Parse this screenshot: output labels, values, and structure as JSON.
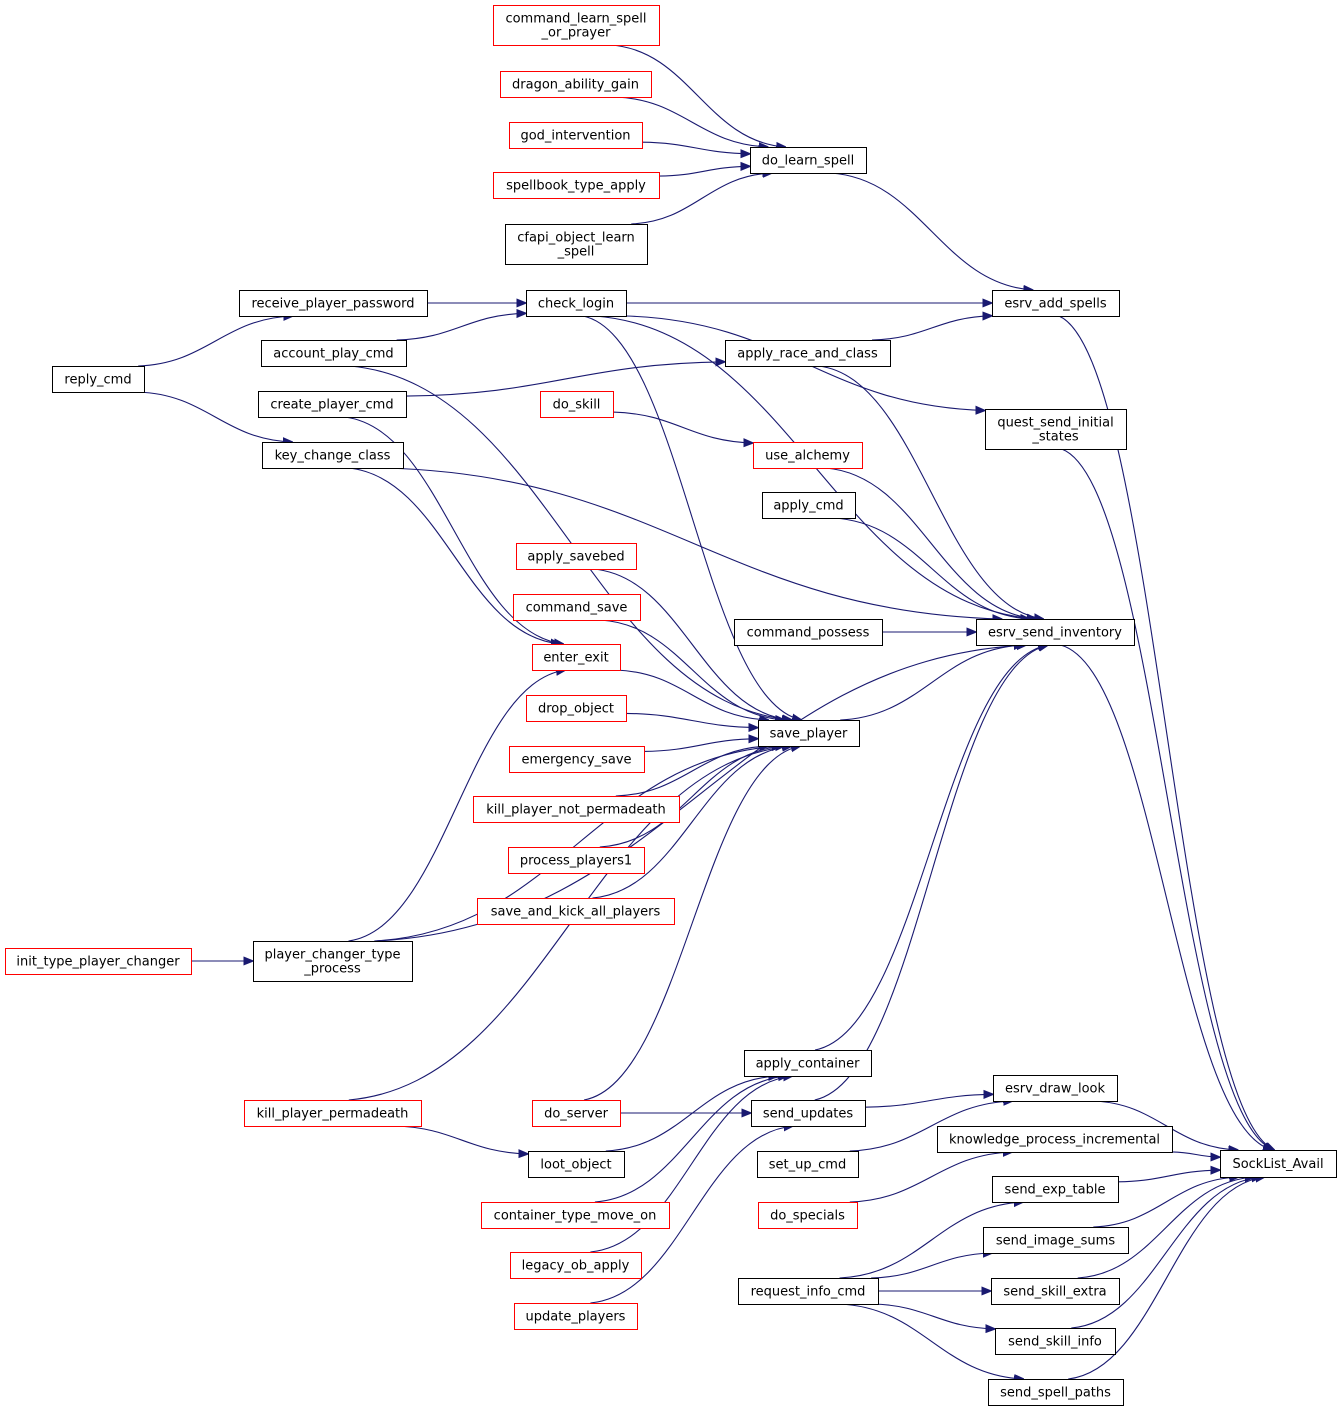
{
  "colors": {
    "edge": "#191970",
    "node_border_default": "#000000",
    "node_border_truncated": "#ff0000",
    "node_fill_focus": "#bfbfbf",
    "node_fill": "#ffffff"
  },
  "nodes": [
    {
      "id": "sock",
      "label": "SockList_Avail",
      "kind": "focus"
    },
    {
      "id": "cmd_learn",
      "label": "command_learn_spell\n_or_prayer",
      "kind": "truncated"
    },
    {
      "id": "dragon",
      "label": "dragon_ability_gain",
      "kind": "truncated"
    },
    {
      "id": "god",
      "label": "god_intervention",
      "kind": "truncated"
    },
    {
      "id": "spellbook",
      "label": "spellbook_type_apply",
      "kind": "truncated"
    },
    {
      "id": "cfapi",
      "label": "cfapi_object_learn\n_spell",
      "kind": "normal"
    },
    {
      "id": "do_learn",
      "label": "do_learn_spell",
      "kind": "normal"
    },
    {
      "id": "esrv_add",
      "label": "esrv_add_spells",
      "kind": "normal"
    },
    {
      "id": "recv_pw",
      "label": "receive_player_password",
      "kind": "normal"
    },
    {
      "id": "check_login",
      "label": "check_login",
      "kind": "normal"
    },
    {
      "id": "reply_cmd",
      "label": "reply_cmd",
      "kind": "normal"
    },
    {
      "id": "acct_play",
      "label": "account_play_cmd",
      "kind": "normal"
    },
    {
      "id": "apply_race",
      "label": "apply_race_and_class",
      "kind": "normal"
    },
    {
      "id": "create_player",
      "label": "create_player_cmd",
      "kind": "normal"
    },
    {
      "id": "quest",
      "label": "quest_send_initial\n_states",
      "kind": "normal"
    },
    {
      "id": "do_skill",
      "label": "do_skill",
      "kind": "truncated"
    },
    {
      "id": "use_alch",
      "label": "use_alchemy",
      "kind": "truncated"
    },
    {
      "id": "key_change",
      "label": "key_change_class",
      "kind": "normal"
    },
    {
      "id": "apply_cmd",
      "label": "apply_cmd",
      "kind": "normal"
    },
    {
      "id": "apply_savebed",
      "label": "apply_savebed",
      "kind": "truncated"
    },
    {
      "id": "cmd_save",
      "label": "command_save",
      "kind": "truncated"
    },
    {
      "id": "cmd_possess",
      "label": "command_possess",
      "kind": "normal"
    },
    {
      "id": "esrv_inv",
      "label": "esrv_send_inventory",
      "kind": "normal"
    },
    {
      "id": "enter_exit",
      "label": "enter_exit",
      "kind": "truncated"
    },
    {
      "id": "drop_obj",
      "label": "drop_object",
      "kind": "truncated"
    },
    {
      "id": "save_player",
      "label": "save_player",
      "kind": "normal"
    },
    {
      "id": "emerg_save",
      "label": "emergency_save",
      "kind": "truncated"
    },
    {
      "id": "kill_np",
      "label": "kill_player_not_permadeath",
      "kind": "truncated"
    },
    {
      "id": "proc_players",
      "label": "process_players1",
      "kind": "truncated"
    },
    {
      "id": "save_kick",
      "label": "save_and_kick_all_players",
      "kind": "truncated"
    },
    {
      "id": "init_type",
      "label": "init_type_player_changer",
      "kind": "truncated"
    },
    {
      "id": "pc_process",
      "label": "player_changer_type\n_process",
      "kind": "normal"
    },
    {
      "id": "apply_container",
      "label": "apply_container",
      "kind": "normal"
    },
    {
      "id": "esrv_draw",
      "label": "esrv_draw_look",
      "kind": "normal"
    },
    {
      "id": "kill_pp",
      "label": "kill_player_permadeath",
      "kind": "truncated"
    },
    {
      "id": "do_server",
      "label": "do_server",
      "kind": "truncated"
    },
    {
      "id": "send_updates",
      "label": "send_updates",
      "kind": "normal"
    },
    {
      "id": "knowledge",
      "label": "knowledge_process_incremental",
      "kind": "normal"
    },
    {
      "id": "loot",
      "label": "loot_object",
      "kind": "normal"
    },
    {
      "id": "set_up",
      "label": "set_up_cmd",
      "kind": "normal"
    },
    {
      "id": "send_exp",
      "label": "send_exp_table",
      "kind": "normal"
    },
    {
      "id": "container_move",
      "label": "container_type_move_on",
      "kind": "truncated"
    },
    {
      "id": "do_specials",
      "label": "do_specials",
      "kind": "truncated"
    },
    {
      "id": "send_image",
      "label": "send_image_sums",
      "kind": "normal"
    },
    {
      "id": "legacy",
      "label": "legacy_ob_apply",
      "kind": "truncated"
    },
    {
      "id": "request_info",
      "label": "request_info_cmd",
      "kind": "normal"
    },
    {
      "id": "send_skill_extra",
      "label": "send_skill_extra",
      "kind": "normal"
    },
    {
      "id": "update_players",
      "label": "update_players",
      "kind": "truncated"
    },
    {
      "id": "send_skill_info",
      "label": "send_skill_info",
      "kind": "normal"
    },
    {
      "id": "send_spell_paths",
      "label": "send_spell_paths",
      "kind": "normal"
    }
  ],
  "edges": [
    {
      "from": "cmd_learn",
      "to": "do_learn"
    },
    {
      "from": "dragon",
      "to": "do_learn"
    },
    {
      "from": "god",
      "to": "do_learn"
    },
    {
      "from": "spellbook",
      "to": "do_learn"
    },
    {
      "from": "cfapi",
      "to": "do_learn"
    },
    {
      "from": "do_learn",
      "to": "esrv_add"
    },
    {
      "from": "check_login",
      "to": "esrv_add"
    },
    {
      "from": "apply_race",
      "to": "esrv_add"
    },
    {
      "from": "esrv_add",
      "to": "sock"
    },
    {
      "from": "recv_pw",
      "to": "check_login"
    },
    {
      "from": "acct_play",
      "to": "check_login"
    },
    {
      "from": "reply_cmd",
      "to": "recv_pw"
    },
    {
      "from": "reply_cmd",
      "to": "key_change"
    },
    {
      "from": "create_player",
      "to": "apply_race"
    },
    {
      "from": "check_login",
      "to": "quest"
    },
    {
      "from": "quest",
      "to": "sock"
    },
    {
      "from": "do_skill",
      "to": "use_alch"
    },
    {
      "from": "use_alch",
      "to": "esrv_inv"
    },
    {
      "from": "apply_cmd",
      "to": "esrv_inv"
    },
    {
      "from": "cmd_possess",
      "to": "esrv_inv"
    },
    {
      "from": "key_change",
      "to": "esrv_inv"
    },
    {
      "from": "check_login",
      "to": "esrv_inv"
    },
    {
      "from": "apply_race",
      "to": "esrv_inv"
    },
    {
      "from": "save_player",
      "to": "esrv_inv"
    },
    {
      "from": "pc_process",
      "to": "esrv_inv"
    },
    {
      "from": "apply_container",
      "to": "esrv_inv"
    },
    {
      "from": "send_updates",
      "to": "esrv_inv"
    },
    {
      "from": "esrv_inv",
      "to": "sock"
    },
    {
      "from": "key_change",
      "to": "enter_exit"
    },
    {
      "from": "create_player",
      "to": "enter_exit"
    },
    {
      "from": "pc_process",
      "to": "enter_exit"
    },
    {
      "from": "enter_exit",
      "to": "save_player"
    },
    {
      "from": "apply_savebed",
      "to": "save_player"
    },
    {
      "from": "cmd_save",
      "to": "save_player"
    },
    {
      "from": "drop_obj",
      "to": "save_player"
    },
    {
      "from": "emerg_save",
      "to": "save_player"
    },
    {
      "from": "kill_np",
      "to": "save_player"
    },
    {
      "from": "proc_players",
      "to": "save_player"
    },
    {
      "from": "save_kick",
      "to": "save_player"
    },
    {
      "from": "acct_play",
      "to": "save_player"
    },
    {
      "from": "check_login",
      "to": "save_player"
    },
    {
      "from": "pc_process",
      "to": "save_player"
    },
    {
      "from": "kill_pp",
      "to": "save_player"
    },
    {
      "from": "do_server",
      "to": "save_player"
    },
    {
      "from": "init_type",
      "to": "pc_process"
    },
    {
      "from": "kill_pp",
      "to": "loot"
    },
    {
      "from": "do_server",
      "to": "send_updates"
    },
    {
      "from": "loot",
      "to": "apply_container"
    },
    {
      "from": "container_move",
      "to": "apply_container"
    },
    {
      "from": "legacy",
      "to": "apply_container"
    },
    {
      "from": "update_players",
      "to": "send_updates"
    },
    {
      "from": "send_updates",
      "to": "esrv_draw"
    },
    {
      "from": "set_up",
      "to": "esrv_draw"
    },
    {
      "from": "esrv_draw",
      "to": "sock"
    },
    {
      "from": "do_specials",
      "to": "knowledge"
    },
    {
      "from": "knowledge",
      "to": "sock"
    },
    {
      "from": "request_info",
      "to": "send_exp"
    },
    {
      "from": "request_info",
      "to": "send_image"
    },
    {
      "from": "request_info",
      "to": "send_skill_extra"
    },
    {
      "from": "request_info",
      "to": "send_skill_info"
    },
    {
      "from": "request_info",
      "to": "send_spell_paths"
    },
    {
      "from": "send_exp",
      "to": "sock"
    },
    {
      "from": "send_image",
      "to": "sock"
    },
    {
      "from": "send_skill_extra",
      "to": "sock"
    },
    {
      "from": "send_skill_info",
      "to": "sock"
    },
    {
      "from": "send_spell_paths",
      "to": "sock"
    }
  ]
}
